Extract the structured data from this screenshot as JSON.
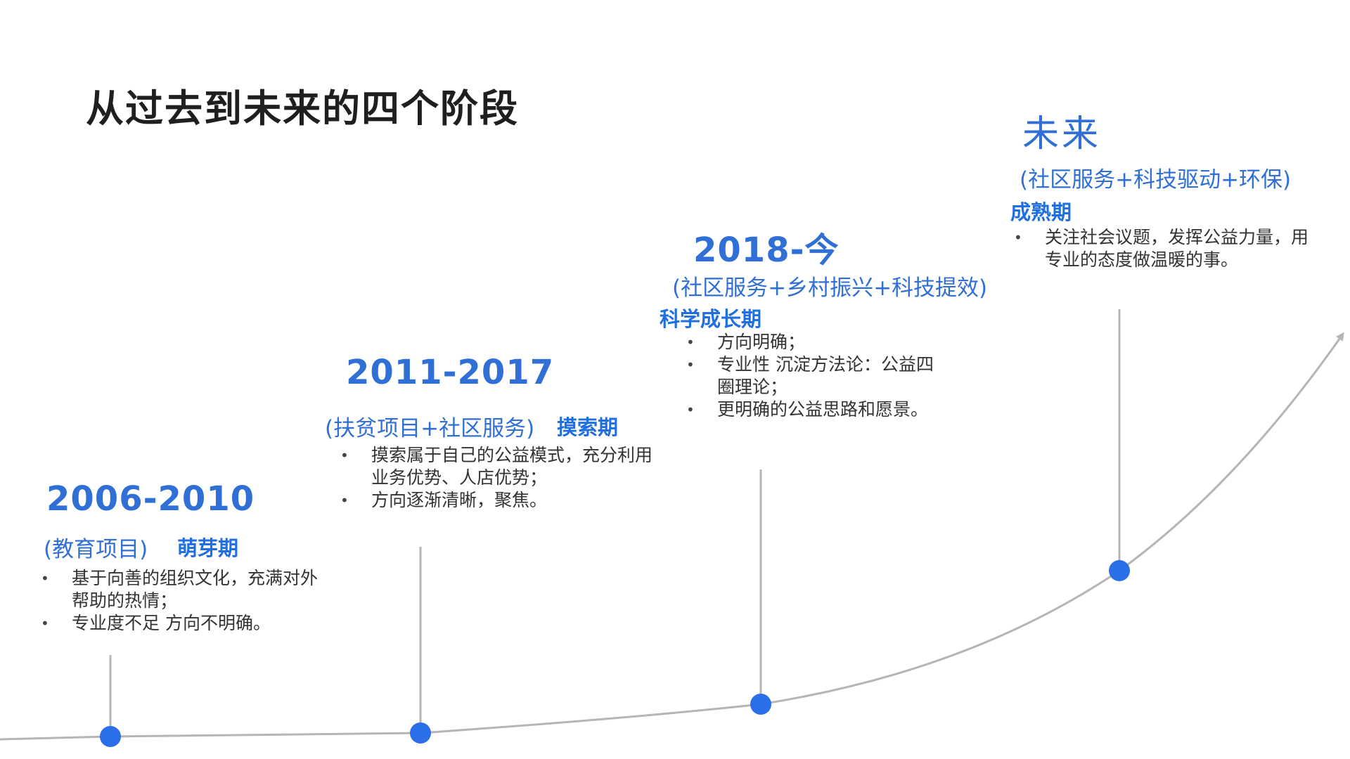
{
  "title": "从过去到未来的四个阶段",
  "colors": {
    "accent": "#2f6fd6",
    "dot": "#2b6fe8",
    "line": "#b5b5b5",
    "text": "#333333"
  },
  "stages": [
    {
      "period": "2006-2010",
      "subtitle": "(教育项目)",
      "name": "萌芽期",
      "bullets": [
        "基于向善的组织文化，充满对外帮助的热情；",
        "专业度不足 方向不明确。"
      ]
    },
    {
      "period": "2011-2017",
      "subtitle": "(扶贫项目+社区服务)",
      "name": "摸索期",
      "bullets": [
        "摸索属于自己的公益模式，充分利用业务优势、人店优势；",
        "方向逐渐清晰，聚焦。"
      ]
    },
    {
      "period": "2018-今",
      "subtitle": "(社区服务+乡村振兴+科技提效)",
      "name": "科学成长期",
      "bullets": [
        "方向明确；",
        "专业性 沉淀方法论：公益四圈理论；",
        "更明确的公益思路和愿景。"
      ]
    },
    {
      "period": "未来",
      "subtitle": "(社区服务+科技驱动+环保)",
      "name": "成熟期",
      "bullets": [
        "关注社会议题，发挥公益力量，用专业的态度做温暖的事。"
      ]
    }
  ]
}
